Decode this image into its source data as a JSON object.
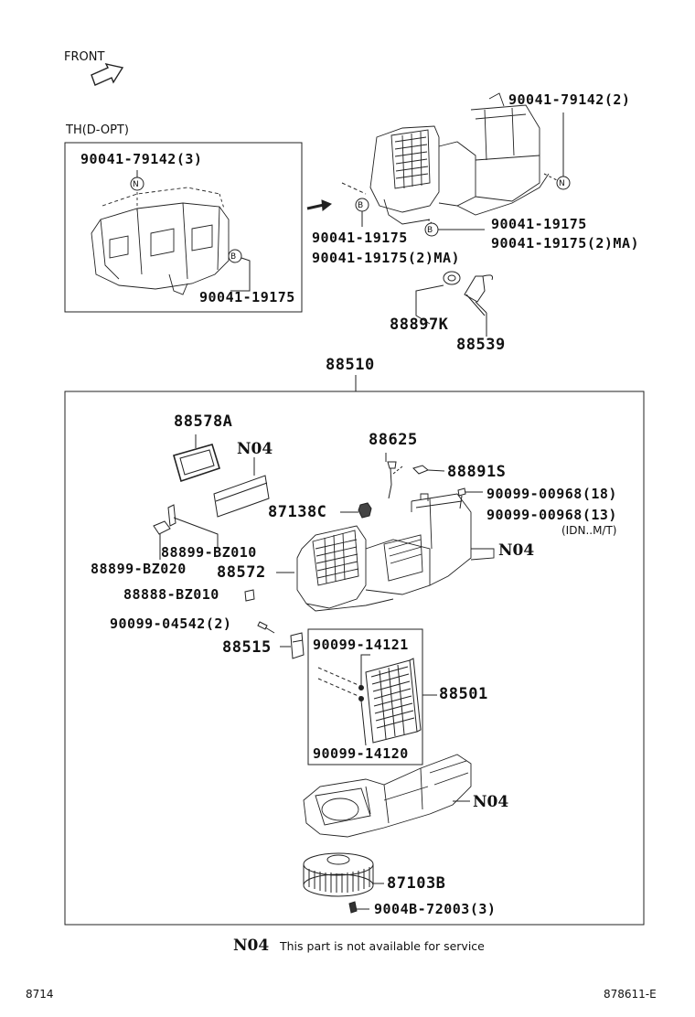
{
  "front_label": "FRONT",
  "option_label": "TH(D-OPT)",
  "footer": {
    "left": "8714",
    "right": "878611-E"
  },
  "legend": {
    "code": "N04",
    "text": "This part is not available for service"
  },
  "markers": {
    "n": "N",
    "b": "B"
  },
  "labels": {
    "p_90041_79142_3": "90041-79142(3)",
    "p_90041_19175_inset": "90041-19175",
    "p_90041_79142_2": "90041-79142(2)",
    "p_90041_19175_left": "90041-19175",
    "p_90041_19175_2ma_left": "90041-19175(2)MA)",
    "p_90041_19175_right": "90041-19175",
    "p_90041_19175_2ma_right": "90041-19175(2)MA)",
    "p_88897k": "88897K",
    "p_88539": "88539",
    "p_88510": "88510",
    "p_88578a": "88578A",
    "p_n04_filter": "N04",
    "p_88625": "88625",
    "p_88891s": "88891S",
    "p_90099_00968_18": "90099-00968(18)",
    "p_90099_00968_13": "90099-00968(13)",
    "p_idn_mt": "(IDN..M/T)",
    "p_87138c": "87138C",
    "p_n04_case": "N04",
    "p_88899_bz010": "88899-BZ010",
    "p_88899_bz020": "88899-BZ020",
    "p_88572": "88572",
    "p_88888_bz010": "88888-BZ010",
    "p_90099_04542": "90099-04542(2)",
    "p_88515": "88515",
    "p_90099_14121": "90099-14121",
    "p_88501": "88501",
    "p_90099_14120": "90099-14120",
    "p_n04_blower": "N04",
    "p_87103b": "87103B",
    "p_9004b_72003": "9004B-72003(3)"
  }
}
